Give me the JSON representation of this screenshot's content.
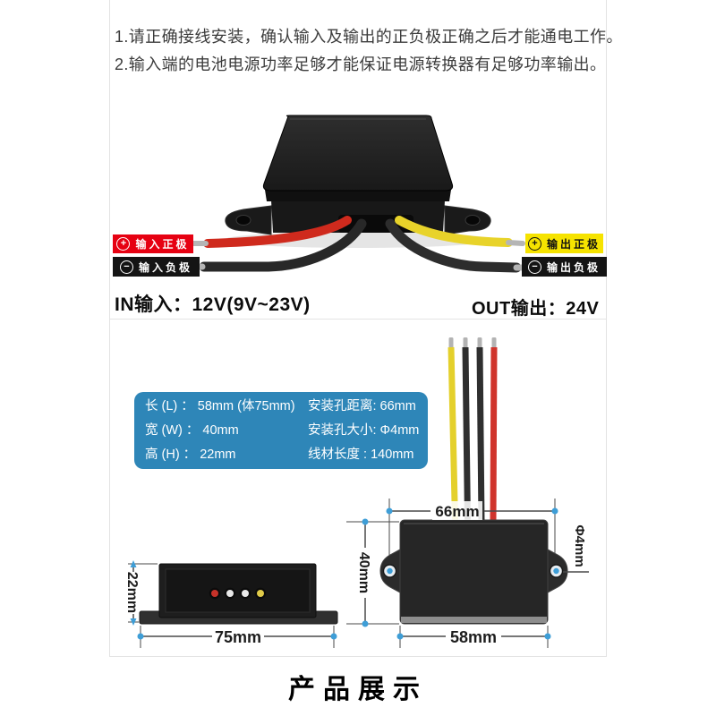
{
  "notices": {
    "line1": "1.请正确接线安装，确认输入及输出的正负极正确之后才能通电工作。",
    "line2": "2.输入端的电池电源功率足够才能保证电源转换器有足够功率输出。"
  },
  "wiring_labels": {
    "input_positive": {
      "symbol": "+",
      "label": "输入正极"
    },
    "input_negative": {
      "symbol": "−",
      "label": "输入负极"
    },
    "output_positive": {
      "symbol": "+",
      "label": "输出正极"
    },
    "output_negative": {
      "symbol": "−",
      "label": "输出负极"
    }
  },
  "io": {
    "input": "IN输入：12V(9V~23V)",
    "output": "OUT输出：24V"
  },
  "spec_table": {
    "rows": [
      {
        "left": "长 (L) ： 58mm (体75mm)",
        "right": "安装孔距离: 66mm"
      },
      {
        "left": "宽 (W) ： 40mm",
        "right": "安装孔大小: Φ4mm"
      },
      {
        "left": "高 (H) ： 22mm",
        "right": "线材长度 : 140mm"
      }
    ]
  },
  "dimensions": {
    "hole_spacing": "66mm",
    "body_width": "58mm",
    "body_depth": "40mm",
    "side_length": "75mm",
    "side_height": "22mm",
    "hole_diameter": "Φ4mm"
  },
  "footer": {
    "title": "产品展示"
  },
  "colors": {
    "spec_table_blue": "#2e86b8",
    "dimension_marker_blue": "#3e9ed7",
    "label_red": "#e60112",
    "label_yellow": "#f6e300",
    "label_black": "#141414",
    "wire_red": "#d0342c",
    "wire_yellow": "#e4d02c",
    "wire_black": "#2f2f2f",
    "frame_gray": "#e3e3e3"
  }
}
